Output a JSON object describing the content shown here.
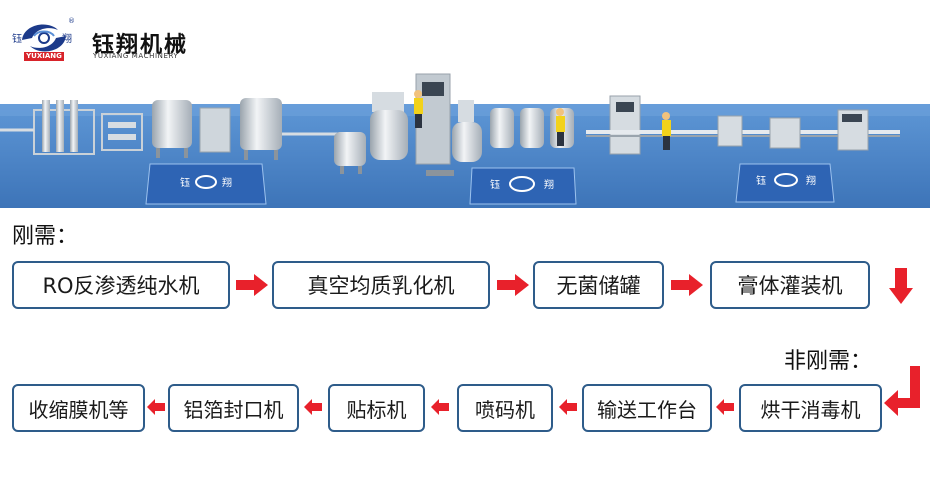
{
  "header": {
    "brand_cn": "钰翔机械",
    "brand_en": "YUXIANG MACHINERY",
    "logo_left_char": "钰",
    "logo_right_char": "翔",
    "logo_tag": "YUXIANG",
    "logo_registered": "®",
    "logo_icon": "yuxiang-swirl-logo"
  },
  "banner": {
    "panel_text": "钰",
    "panel_text_right": "翔"
  },
  "sections": {
    "required_label": "刚需：",
    "optional_label": "非刚需："
  },
  "flow": {
    "required_steps": [
      "RO反渗透纯水机",
      "真空均质乳化机",
      "无菌储罐",
      "膏体灌装机"
    ],
    "optional_steps": [
      "烘干消毒机",
      "输送工作台",
      "喷码机",
      "贴标机",
      "铝箔封口机",
      "收缩膜机等"
    ]
  },
  "colors": {
    "arrow_red": "#e8212b",
    "box_border": "#2e5c8a",
    "banner_blue": "#4d86c6",
    "brand_red": "#d8232a",
    "brand_blue": "#1c3a8a"
  }
}
